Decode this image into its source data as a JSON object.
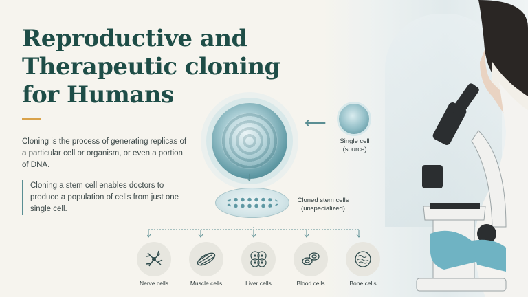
{
  "title": "Reproductive and Therapeutic cloning for Humans",
  "intro": "Cloning is the process of generating replicas of a particular cell or organism, or even a portion of DNA.",
  "quote": "Cloning a stem cell enables doctors to produce a population of cells from just one single cell.",
  "single_cell_label": "Single cell (source)",
  "cloned_label": "Cloned stem cells (unspecialized)",
  "cell_types": [
    {
      "label": "Nerve cells",
      "icon": "neuron-icon"
    },
    {
      "label": "Muscle cells",
      "icon": "muscle-fiber-icon"
    },
    {
      "label": "Liver cells",
      "icon": "liver-cell-icon"
    },
    {
      "label": "Blood cells",
      "icon": "blood-cell-icon"
    },
    {
      "label": "Bone cells",
      "icon": "bone-cell-icon"
    }
  ],
  "colors": {
    "title": "#1e4d47",
    "accent": "#d9a24a",
    "teal": "#5a8e93"
  }
}
